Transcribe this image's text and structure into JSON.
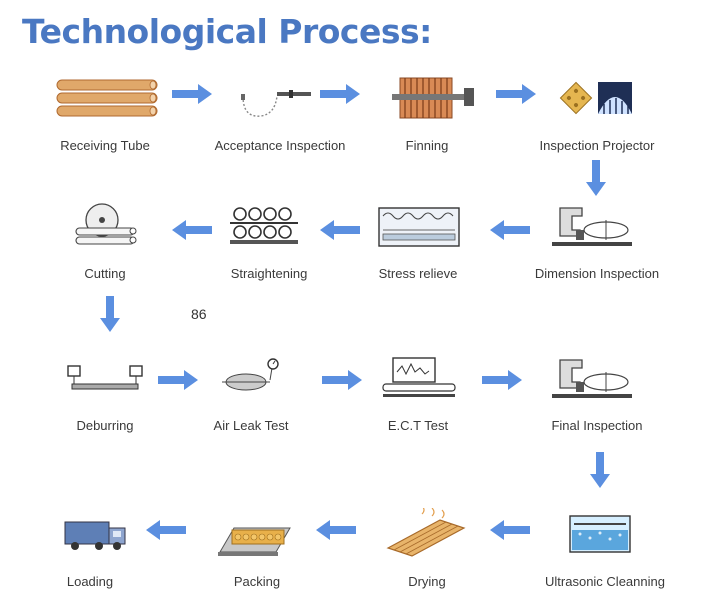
{
  "title": "Technological Process:",
  "note": "86",
  "colors": {
    "title": "#4a78c2",
    "arrow": "#5b8fe0",
    "label": "#3a3a3a",
    "tube": "#e0a86a",
    "tube_dark": "#b06a30"
  },
  "steps": [
    {
      "label": "Receiving Tube",
      "icon": "tube-bundle-icon"
    },
    {
      "label": "Acceptance Inspection",
      "icon": "inspection-probe-icon"
    },
    {
      "label": "Finning",
      "icon": "finning-machine-icon"
    },
    {
      "label": "Inspection Projector",
      "icon": "projector-icon"
    },
    {
      "label": "Dimension Inspection",
      "icon": "caliper-icon"
    },
    {
      "label": "Stress relieve",
      "icon": "furnace-icon"
    },
    {
      "label": "Straightening",
      "icon": "rollers-icon"
    },
    {
      "label": "Cutting",
      "icon": "saw-blade-icon"
    },
    {
      "label": "Deburring",
      "icon": "deburring-icon"
    },
    {
      "label": "Air Leak Test",
      "icon": "pressure-gauge-icon"
    },
    {
      "label": "E.C.T Test",
      "icon": "eddy-current-tester-icon"
    },
    {
      "label": "Final Inspection",
      "icon": "caliper-icon"
    },
    {
      "label": "Ultrasonic Cleanning",
      "icon": "ultrasonic-tank-icon"
    },
    {
      "label": "Drying",
      "icon": "drying-tubes-icon"
    },
    {
      "label": "Packing",
      "icon": "wooden-crate-icon"
    },
    {
      "label": "Loading",
      "icon": "truck-icon"
    }
  ]
}
